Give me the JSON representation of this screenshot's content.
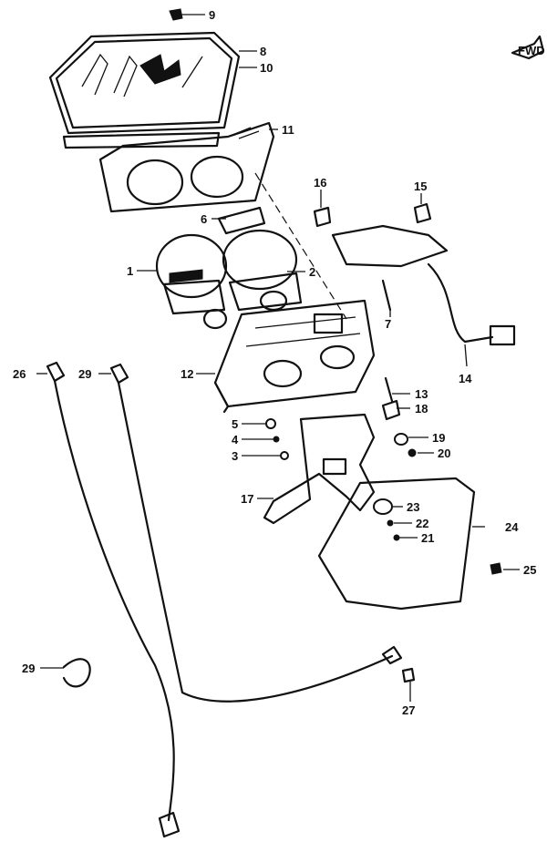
{
  "diagram": {
    "fwd_badge": "FWD",
    "callouts": {
      "p9": "9",
      "p8": "8",
      "p10": "10",
      "p11": "11",
      "p6": "6",
      "p1": "1",
      "p2": "2",
      "p16": "16",
      "p15": "15",
      "p7": "7",
      "p14": "14",
      "p12": "12",
      "p13": "13",
      "p18": "18",
      "p5": "5",
      "p4": "4",
      "p3": "3",
      "p19": "19",
      "p20": "20",
      "p17": "17",
      "p23": "23",
      "p22": "22",
      "p21": "21",
      "p24": "24",
      "p25": "25",
      "p26": "26",
      "p29a": "29",
      "p29b": "29",
      "p27": "27"
    }
  }
}
